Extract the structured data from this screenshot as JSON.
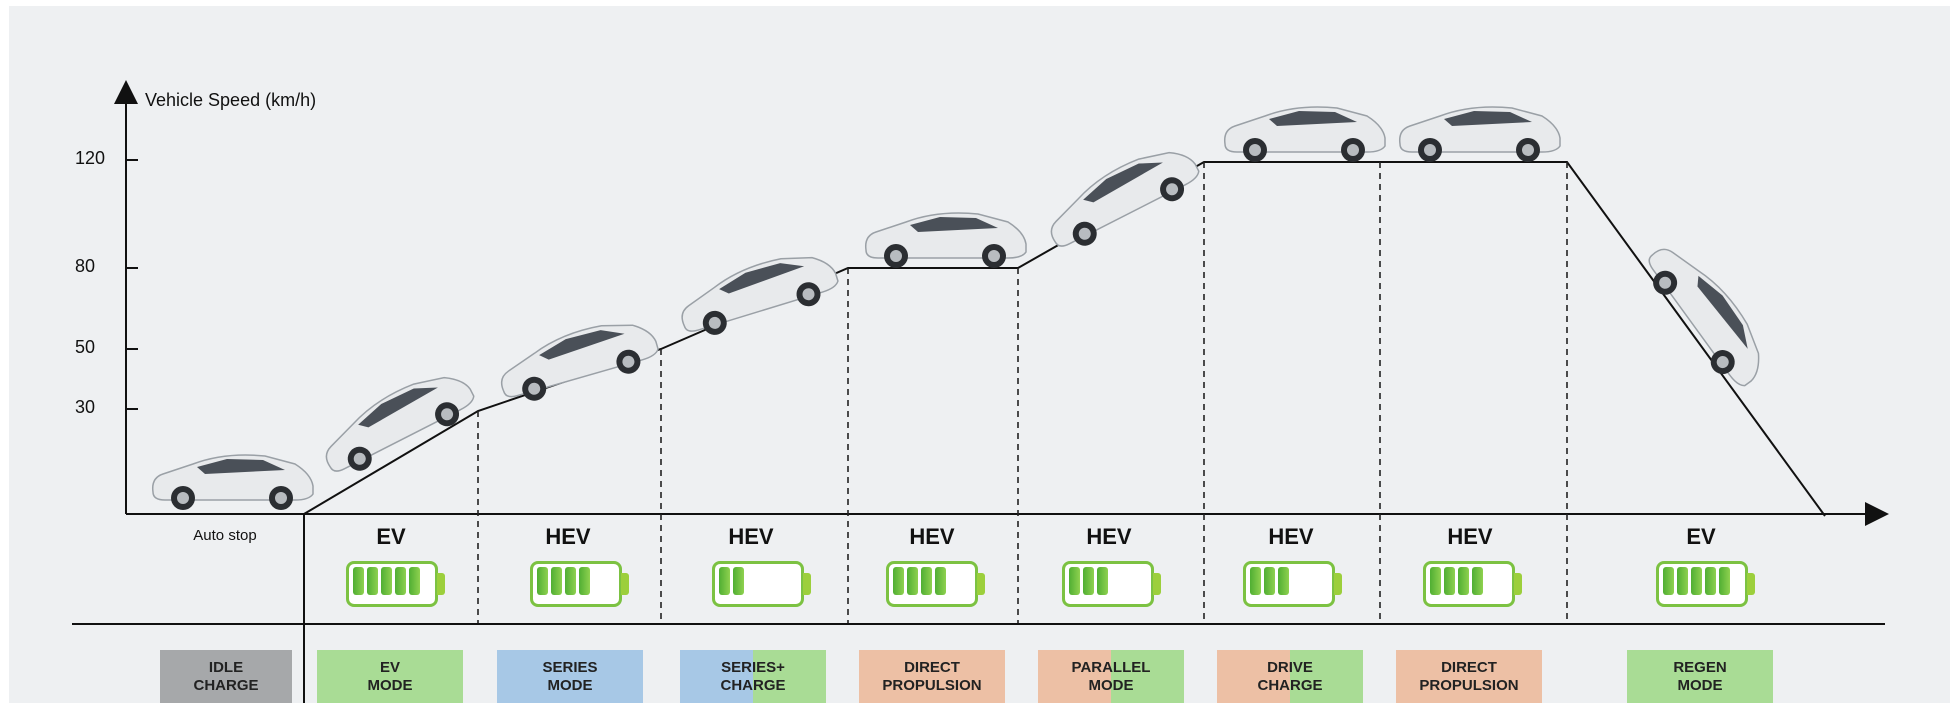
{
  "diagram": {
    "y_axis_label": "Vehicle Speed (km/h)",
    "y_ticks": [
      "120",
      "80",
      "50",
      "30"
    ],
    "auto_stop_label": "Auto stop",
    "phases": [
      {
        "label": "EV",
        "battery_cells": 5,
        "mode_line1": "EV",
        "mode_line2": "MODE",
        "mode_color": "#a9dc95"
      },
      {
        "label": "HEV",
        "battery_cells": 4,
        "mode_line1": "SERIES",
        "mode_line2": "MODE",
        "mode_color": "#a7c8e6"
      },
      {
        "label": "HEV",
        "battery_cells": 2,
        "mode_line1": "SERIES+",
        "mode_line2": "CHARGE",
        "mode_color": "split-blue-green"
      },
      {
        "label": "HEV",
        "battery_cells": 4,
        "mode_line1": "DIRECT",
        "mode_line2": "PROPULSION",
        "mode_color": "#edc0a5"
      },
      {
        "label": "HEV",
        "battery_cells": 3,
        "mode_line1": "PARALLEL",
        "mode_line2": "MODE",
        "mode_color": "split-orange-green"
      },
      {
        "label": "HEV",
        "battery_cells": 3,
        "mode_line1": "DRIVE",
        "mode_line2": "CHARGE",
        "mode_color": "split-orange-green"
      },
      {
        "label": "HEV",
        "battery_cells": 4,
        "mode_line1": "DIRECT",
        "mode_line2": "PROPULSION",
        "mode_color": "#edc0a5"
      },
      {
        "label": "EV",
        "battery_cells": 5,
        "mode_line1": "REGEN",
        "mode_line2": "MODE",
        "mode_color": "#a9dc95"
      }
    ],
    "idle": {
      "mode_line1": "IDLE",
      "mode_line2": "CHARGE",
      "mode_color": "#a6a8aa"
    },
    "colors": {
      "battery_outline": "#7cc242",
      "battery_fill": "#5cb53a",
      "line": "#111111"
    }
  }
}
